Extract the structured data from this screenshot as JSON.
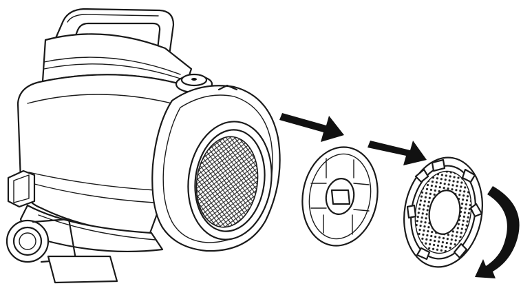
{
  "diagram": {
    "kind": "assembly-illustration",
    "parts": [
      {
        "id": "vacuum-body",
        "icon": "canister-vacuum-icon"
      },
      {
        "id": "filter-cover",
        "icon": "filter-disc-icon"
      },
      {
        "id": "mesh-filter",
        "icon": "mesh-filter-icon"
      }
    ],
    "arrows": [
      {
        "id": "step-1",
        "icon": "arrow-right-icon"
      },
      {
        "id": "step-2",
        "icon": "arrow-right-icon"
      },
      {
        "id": "rotate",
        "icon": "rotate-clockwise-icon"
      }
    ],
    "colors": {
      "line": "#1a1a1a",
      "background": "#ffffff"
    }
  }
}
